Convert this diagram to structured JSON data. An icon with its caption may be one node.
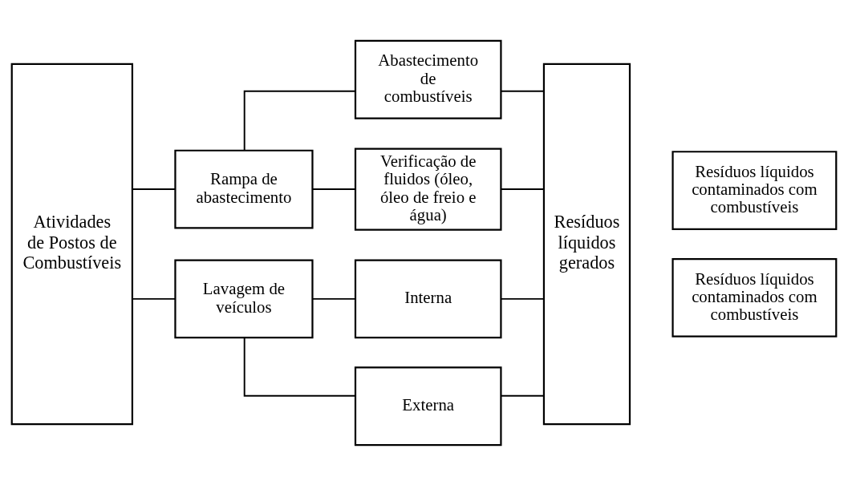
{
  "diagram": {
    "nodes": [
      {
        "text": [
          "Atividades de Postos de Combustíveis"
        ]
      },
      {
        "text": [
          "Rampa de abastecimento"
        ]
      },
      {
        "text": [
          "Lavagem de veículos"
        ]
      },
      {
        "text": [
          "Abastecimento de combustíveis"
        ]
      },
      {
        "text": [
          "Verificação de fluidos (óleo, óleo de freio e água)"
        ]
      },
      {
        "text": [
          "Interna"
        ]
      },
      {
        "text": [
          "Externa"
        ]
      },
      {
        "text": [
          "Resíduos líquidos gerados"
        ]
      },
      {
        "text": [
          "Resíduos líquidos contaminados com combustíveis"
        ]
      },
      {
        "text": [
          "Resíduos líquidos contaminados com combustíveis"
        ]
      }
    ],
    "edges": [
      {
        "from": 0,
        "to": 1,
        "arrow": "none"
      },
      {
        "from": 0,
        "to": 2,
        "arrow": "none"
      },
      {
        "from": 1,
        "to": 3,
        "arrow": "none"
      },
      {
        "from": 1,
        "to": 4,
        "arrow": "none"
      },
      {
        "from": 2,
        "to": 5,
        "arrow": "none"
      },
      {
        "from": 2,
        "to": 6,
        "arrow": "none"
      },
      {
        "from": 3,
        "to": 7,
        "arrow": "none"
      },
      {
        "from": 4,
        "to": 7,
        "arrow": "none"
      },
      {
        "from": 5,
        "to": 7,
        "arrow": "none"
      },
      {
        "from": 6,
        "to": 7,
        "arrow": "none"
      }
    ]
  }
}
